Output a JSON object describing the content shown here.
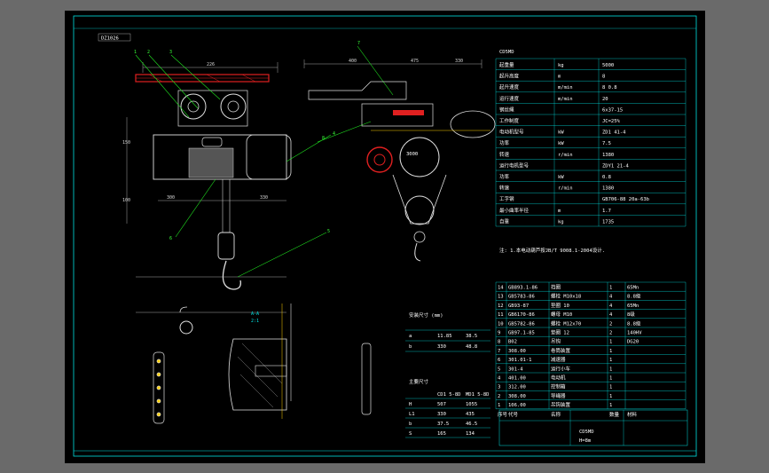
{
  "drawing": {
    "corner_label": "DZ1026",
    "title_block_name": "CD5MD",
    "title_block_sub": "H=8m",
    "balloon_numbers": [
      "1",
      "2",
      "3",
      "4",
      "5",
      "6",
      "7",
      "8"
    ],
    "dims_top": [
      "226",
      "400",
      "475",
      "330"
    ],
    "dims_side": [
      "150",
      "100",
      "300",
      "330"
    ],
    "hook_label": "3000",
    "section_label": "A-A",
    "section_scale": "2:1"
  },
  "spec_table": {
    "header": "CD5MD",
    "rows": [
      {
        "name": "起重量",
        "unit": "kg",
        "value": "5000"
      },
      {
        "name": "起升高度",
        "unit": "m",
        "value": "8"
      },
      {
        "name": "起升速度",
        "unit": "m/min",
        "value": "8  0.8"
      },
      {
        "name": "运行速度",
        "unit": "m/min",
        "value": "20"
      },
      {
        "name": "钢丝绳",
        "unit": "",
        "value": "6x37-15"
      },
      {
        "name": "工作制度",
        "unit": "",
        "value": "JC=25%"
      },
      {
        "name": "电动机型号",
        "unit": "kW",
        "value": "ZD1 41-4"
      },
      {
        "name": "功率",
        "unit": "kW",
        "value": "7.5"
      },
      {
        "name": "转速",
        "unit": "r/min",
        "value": "1380"
      },
      {
        "name": "运行电机型号",
        "unit": "",
        "value": "ZDY1 21-4"
      },
      {
        "name": "功率",
        "unit": "kW",
        "value": "0.8"
      },
      {
        "name": "转速",
        "unit": "r/min",
        "value": "1380"
      },
      {
        "name": "工字钢",
        "unit": "",
        "value": "GB706-88 20a-63b"
      },
      {
        "name": "最小曲率半径",
        "unit": "m",
        "value": "1.7"
      },
      {
        "name": "自重",
        "unit": "kg",
        "value": "1735"
      }
    ],
    "note": "注: 1.本电动葫芦按JB/T 9008.1-2004设计."
  },
  "bom_table": {
    "rows": [
      {
        "no": "14",
        "code": "GB893.1-86",
        "name": "挡圈",
        "qty": "1",
        "mat": "65Mn"
      },
      {
        "no": "13",
        "code": "GB5783-86",
        "name": "螺栓 M10x18",
        "qty": "4",
        "mat": "8.8级"
      },
      {
        "no": "12",
        "code": "GB93-87",
        "name": "垫圈 10",
        "qty": "4",
        "mat": "65Mn"
      },
      {
        "no": "11",
        "code": "GB6170-86",
        "name": "螺母 M10",
        "qty": "4",
        "mat": "8级"
      },
      {
        "no": "10",
        "code": "GB5782-86",
        "name": "螺栓 M12x70",
        "qty": "2",
        "mat": "8.8级"
      },
      {
        "no": "9",
        "code": "GB97.1-85",
        "name": "垫圈 12",
        "qty": "2",
        "mat": "140HV"
      },
      {
        "no": "8",
        "code": "B02",
        "name": "吊钩",
        "qty": "1",
        "mat": "DG20"
      },
      {
        "no": "7",
        "code": "308.00",
        "name": "卷筒装置",
        "qty": "1",
        "mat": ""
      },
      {
        "no": "6",
        "code": "301.01-1",
        "name": "减速器",
        "qty": "1",
        "mat": ""
      },
      {
        "no": "5",
        "code": "301-4",
        "name": "运行小车",
        "qty": "1",
        "mat": ""
      },
      {
        "no": "4",
        "code": "401.00",
        "name": "电动机",
        "qty": "1",
        "mat": ""
      },
      {
        "no": "3",
        "code": "312.00",
        "name": "控制箱",
        "qty": "1",
        "mat": ""
      },
      {
        "no": "2",
        "code": "308.00",
        "name": "导绳器",
        "qty": "1",
        "mat": ""
      },
      {
        "no": "1",
        "code": "106.00",
        "name": "吊钩装置",
        "qty": "1",
        "mat": ""
      }
    ],
    "header": [
      "序号",
      "代号",
      "名称",
      "数量",
      "材料"
    ]
  },
  "dim_table": {
    "title": "主要尺寸",
    "cols": [
      "",
      "CD1 5-8D",
      "MD1 5-8D"
    ],
    "rows": [
      [
        "H",
        "507",
        "1055"
      ],
      [
        "L1",
        "330",
        "435"
      ],
      [
        "b",
        "37.5",
        "46.5"
      ],
      [
        "S",
        "165",
        "134"
      ]
    ]
  },
  "small_table": {
    "title": "安装尺寸 (mm)",
    "rows": [
      [
        "a",
        "11.85",
        "38.5"
      ],
      [
        "b",
        "330",
        "48.8"
      ]
    ]
  }
}
